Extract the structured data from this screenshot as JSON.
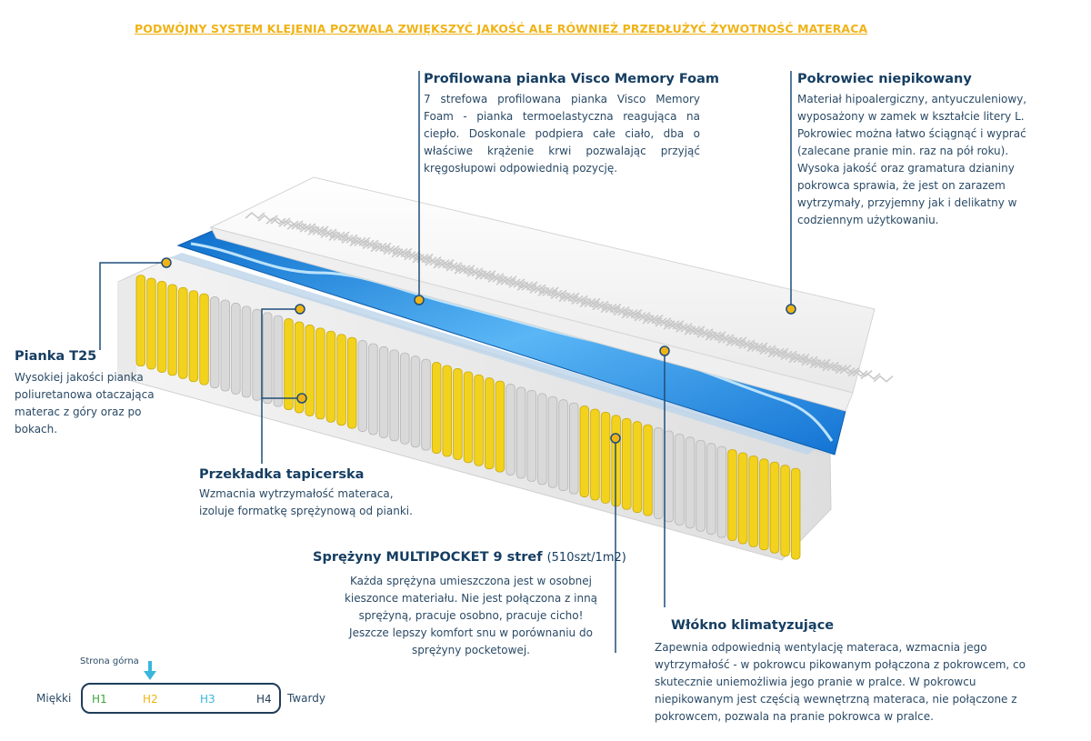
{
  "headline": "PODWÓJNY SYSTEM KLEJENIA POZWALA ZWIĘKSZYĆ JAKOŚĆ ALE RÓWNIEŻ PRZEDŁUŻYĆ ŻYWOTNOŚĆ MATERACA",
  "visco": {
    "title": "Profilowana pianka Visco Memory Foam",
    "text": "7 strefowa profilowana pianka Visco Memory Foam - pianka termoelastyczna reagująca na ciepło. Doskonale podpiera całe ciało, dba o właściwe krążenie krwi pozwalając przyjąć kręgosłupowi odpowiednią pozycję."
  },
  "cover": {
    "title": "Pokrowiec  niepikowany",
    "lines": [
      "Materiał hipoalergiczny, antyuczuleniowy,",
      "wyposażony w zamek w kształcie litery L.",
      "Pokrowiec można łatwo ściągnąć i wyprać",
      "(zalecane pranie min.  raz na pół roku).",
      "Wysoka jakość oraz gramatura dzianiny",
      "pokrowca sprawia, że jest on zarazem",
      "wytrzymały, przyjemny jak i delikatny w",
      "codziennym użytkowaniu."
    ]
  },
  "foam": {
    "title": "Pianka T25",
    "lines": [
      "Wysokiej jakości pianka",
      "poliuretanowa otaczająca",
      "materac z góry oraz po",
      "bokach."
    ]
  },
  "pad": {
    "title": "Przekładka tapicerska",
    "lines": [
      "Wzmacnia wytrzymałość materaca,",
      "izoluje formatkę sprężynową od pianki."
    ]
  },
  "springs": {
    "title": "Sprężyny MULTIPOCKET 9 stref",
    "title_suffix": "(510szt/1m2)",
    "lines": [
      "Każda sprężyna umieszczona jest w osobnej",
      "kieszonce materiału. Nie jest połączona z inną",
      "sprężyną, pracuje osobno, pracuje cicho!",
      "Jeszcze lepszy komfort snu w porównaniu do",
      "sprężyny pocketowej."
    ]
  },
  "fiber": {
    "title": "Włókno klimatyzujące",
    "lines": [
      "Zapewnia odpowiednią wentylację materaca, wzmacnia jego",
      "wytrzymałość - w pokrowcu pikowanym połączona z pokrowcem, co",
      "skutecznie uniemożliwia jego pranie w pralce. W pokrowcu",
      "niepikowanym jest częścią wewnętrzną materaca, nie połączone z",
      "pokrowcem, pozwala na pranie pokrowca w pralce."
    ]
  },
  "hardness": {
    "top_label": "Strona górna",
    "soft": "Miękki",
    "hard": "Twardy",
    "levels": [
      {
        "label": "H1",
        "color": "#3ea43a"
      },
      {
        "label": "H2",
        "color": "#f0b316"
      },
      {
        "label": "H3",
        "color": "#3ab6dd"
      },
      {
        "label": "H4",
        "color": "#1f3d5a"
      }
    ],
    "arrow_color": "#3ab6dd"
  },
  "colors": {
    "accent_yellow": "#f0b316",
    "leader_line": "#1f4e79",
    "title": "#163e62",
    "visco_blue": "#1e7fd0",
    "spring_yellow": "#f2d21c",
    "spring_gray": "#d9d9d9"
  }
}
